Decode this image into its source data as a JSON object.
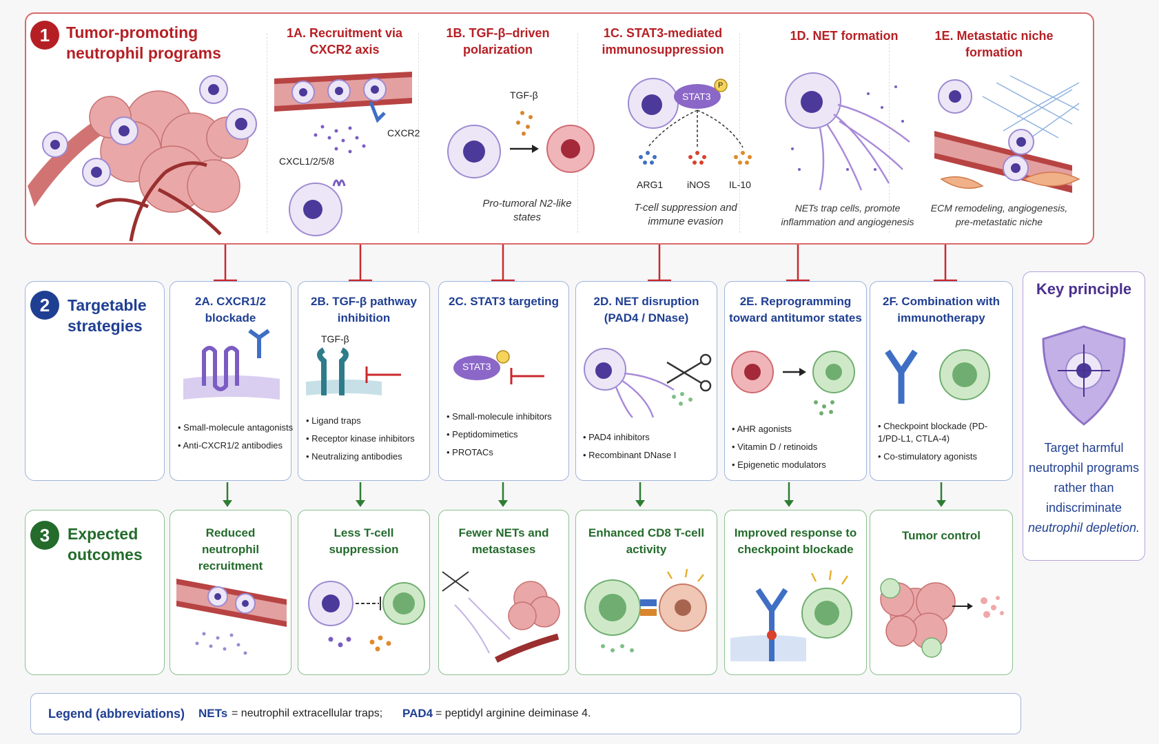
{
  "section1": {
    "number": "1",
    "title": "Tumor-promoting neutrophil programs",
    "columns": [
      {
        "id": "1A",
        "title": "1A. Recruitment via CXCR2 axis",
        "labels": [
          "CXCR2",
          "CXCL1/2/5/8"
        ],
        "caption": ""
      },
      {
        "id": "1B",
        "title": "1B. TGF-β–driven polarization",
        "labels": [
          "TGF-β"
        ],
        "caption": "Pro-tumoral N2-like states"
      },
      {
        "id": "1C",
        "title": "1C. STAT3-mediated immunosuppression",
        "labels": [
          "STAT3",
          "P",
          "ARG1",
          "iNOS",
          "IL-10"
        ],
        "caption": "T-cell suppression and immune evasion"
      },
      {
        "id": "1D",
        "title": "1D. NET formation",
        "labels": [],
        "caption": "NETs trap cells, promote inflammation and angiogenesis"
      },
      {
        "id": "1E",
        "title": "1E. Metastatic niche formation",
        "labels": [],
        "caption": "ECM remodeling, angiogenesis, pre-metastatic niche"
      }
    ]
  },
  "section2": {
    "number": "2",
    "title": "Targetable strategies",
    "boxes": [
      {
        "title": "2A. CXCR1/2 blockade",
        "label": "",
        "bullets": [
          "Small-molecule antagonists",
          "Anti-CXCR1/2 antibodies"
        ]
      },
      {
        "title": "2B. TGF-β pathway inhibition",
        "label": "TGF-β",
        "bullets": [
          "Ligand traps",
          "Receptor kinase inhibitors",
          "Neutralizing antibodies"
        ]
      },
      {
        "title": "2C. STAT3 targeting",
        "label": "STAT3",
        "bullets": [
          "Small-molecule inhibitors",
          "Peptidomimetics",
          "PROTACs"
        ]
      },
      {
        "title": "2D. NET disruption (PAD4 / DNase)",
        "label": "",
        "bullets": [
          "PAD4 inhibitors",
          "Recombinant DNase I"
        ]
      },
      {
        "title": "2E. Reprogramming toward antitumor states",
        "label": "",
        "bullets": [
          "AHR agonists",
          "Vitamin D / retinoids",
          "Epigenetic modulators"
        ]
      },
      {
        "title": "2F. Combination with immunotherapy",
        "label": "",
        "bullets": [
          "Checkpoint blockade (PD-1/PD-L1, CTLA-4)",
          "Co-stimulatory agonists"
        ]
      }
    ]
  },
  "section3": {
    "number": "3",
    "title": "Expected outcomes",
    "boxes": [
      {
        "title": "Reduced neutrophil recruitment"
      },
      {
        "title": "Less T-cell suppression"
      },
      {
        "title": "Fewer NETs and metastases"
      },
      {
        "title": "Enhanced CD8 T-cell activity"
      },
      {
        "title": "Improved response to checkpoint blockade"
      },
      {
        "title": "Tumor control"
      }
    ]
  },
  "key_principle": {
    "title": "Key principle",
    "text_normal": "Target harmful neutrophil programs rather than indiscriminate",
    "text_italic": "neutrophil depletion."
  },
  "legend": {
    "title": "Legend (abbreviations)",
    "items": [
      {
        "abbr": "NETs",
        "def": "= neutrophil extracellular traps;"
      },
      {
        "abbr": "PAD4",
        "def": "= peptidyl arginine deiminase 4."
      }
    ]
  },
  "colors": {
    "red": "#b51f24",
    "blue": "#1f3f92",
    "green": "#246b2c",
    "purple": "#6f4ab3"
  }
}
